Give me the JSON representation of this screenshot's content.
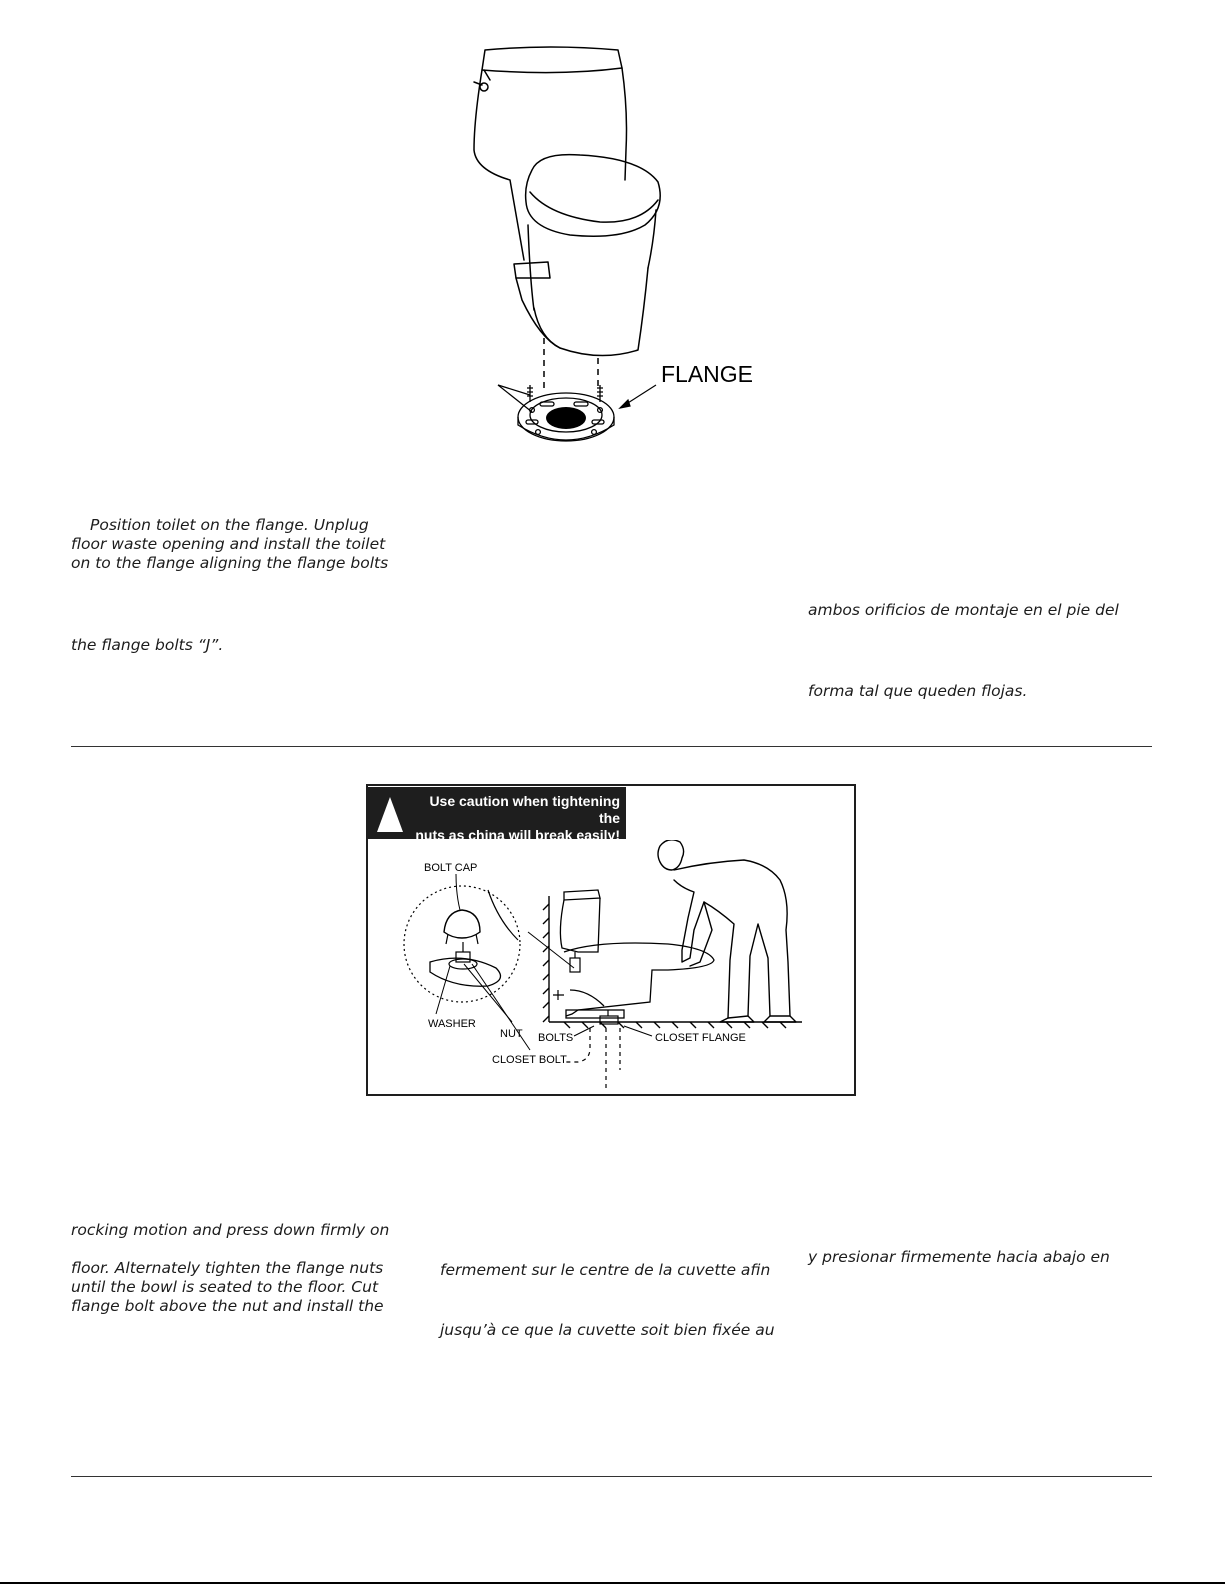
{
  "figure1": {
    "flange_label": "FLANGE"
  },
  "step_english_1": [
    "Position toilet on the flange. Unplug",
    "floor waste opening and install the toilet",
    "on to the flange aligning the flange bolts",
    "the flange bolts “J”."
  ],
  "step_spanish_1": [
    "ambos orificios de montaje en el pie del",
    "forma tal que queden flojas."
  ],
  "figure2": {
    "warning_line1": "Use caution when tightening the",
    "warning_line2": "nuts as china will break easily!",
    "labels": {
      "bolt_cap": "BOLT CAP",
      "washer": "WASHER",
      "nut": "NUT",
      "bolts": "BOLTS",
      "closet_flange": "CLOSET FLANGE",
      "closet_bolt": "CLOSET BOLT"
    }
  },
  "step_english_2": [
    "rocking motion and press down firmly on",
    "floor. Alternately tighten the flange nuts",
    "until the bowl is seated to the floor. Cut",
    "flange bolt above the nut and install the"
  ],
  "step_french_2": [
    "fermement sur le centre de la cuvette afin",
    "jusqu’à ce que la cuvette soit bien fixée au"
  ],
  "step_spanish_2": [
    "y presionar firmemente hacia abajo en"
  ]
}
